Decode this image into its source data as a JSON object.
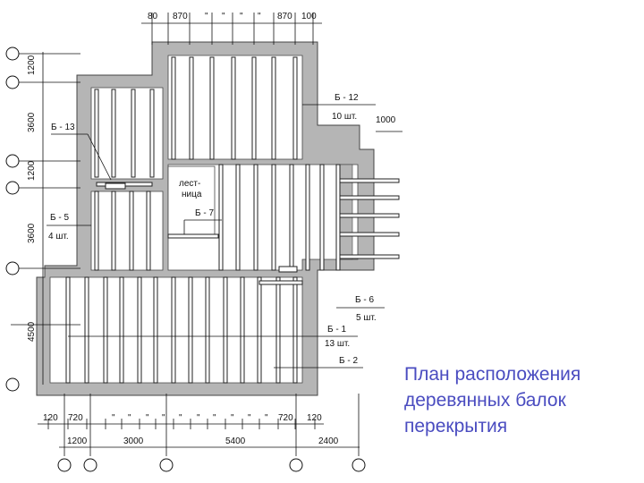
{
  "title_lines": [
    "План расположения",
    "деревянных балок",
    "перекрытия"
  ],
  "dims_top": [
    "80",
    "870",
    "\"",
    "\"",
    "\"",
    "\"",
    "870",
    "100"
  ],
  "dims_right": "1000",
  "dims_left": [
    "1200",
    "3600",
    "1200",
    "3600",
    "4500"
  ],
  "dims_bottom_row1": [
    "120",
    "720",
    "\"",
    "\"",
    "\"",
    "\"",
    "\"",
    "\"",
    "\"",
    "\"",
    "\"",
    "\"",
    "720",
    "120"
  ],
  "dims_bottom_row2": [
    "1200",
    "3000",
    "5400",
    "2400"
  ],
  "labels": {
    "b13": "Б - 13",
    "b12": "Б - 12",
    "b12_qty": "10 шт.",
    "stair_1": "лест-",
    "stair_2": "ница",
    "b7": "Б - 7",
    "b5": "Б - 5",
    "b5_qty": "4 шт.",
    "b6": "Б - 6",
    "b6_qty": "5 шт.",
    "b1": "Б - 1",
    "b1_qty": "13 шт.",
    "b2": "Б - 2"
  }
}
